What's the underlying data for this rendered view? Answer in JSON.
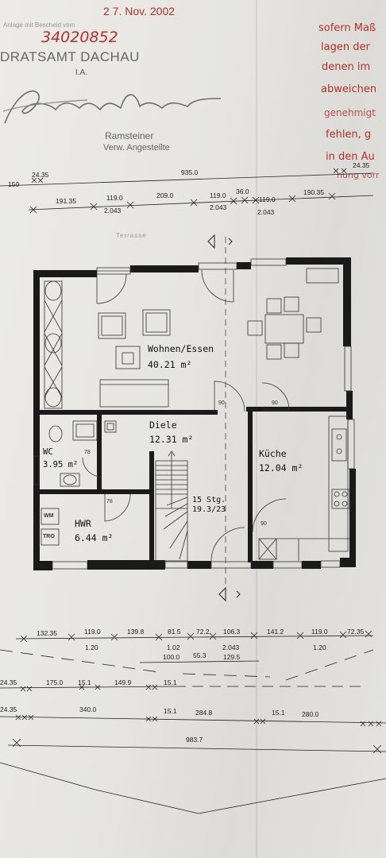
{
  "stamp": {
    "date": "2 7. Nov. 2002",
    "faded_line": "Anlage mit Bescheid vom",
    "number": "34020852",
    "office": "DRATSAMT DACHAU",
    "ia": "I.A.",
    "signatory_name": "Ramsteiner",
    "signatory_title": "Verw. Angestellte"
  },
  "red_note": [
    "sofern Maß",
    "lagen der",
    "denen im",
    "abweichen",
    "genehmigt",
    "fehlen, g",
    "in den Au",
    "nung vorr"
  ],
  "top_dims": {
    "left_offset": "150",
    "small_top": "24.35",
    "total": "935.0",
    "small_right": "24.35",
    "row": [
      "191.35",
      "119.0",
      "209.0",
      "119.0",
      "36.0",
      "119.0",
      "190.35"
    ],
    "heights": [
      "2.043",
      "2.043",
      "2.043"
    ]
  },
  "terrace_label": "Terrasse",
  "rooms": [
    {
      "name": "Wohnen/Essen",
      "area": "40.21 m²"
    },
    {
      "name": "Diele",
      "area": "12.31 m²"
    },
    {
      "name": "WC",
      "area": "3.95 m²"
    },
    {
      "name": "Küche",
      "area": "12.04 m²"
    },
    {
      "name": "HWR",
      "area": "6.44 m²"
    }
  ],
  "stairs": {
    "steps": "15 Stg.",
    "ratio": "19.3/23"
  },
  "door_widths": [
    "90",
    "90",
    "78",
    "78",
    "90"
  ],
  "appliances": [
    "WM",
    "TRO"
  ],
  "bottom_dims": {
    "row1": [
      "132.35",
      "119.0",
      "139.8",
      "81.5",
      "72.2",
      "106.3",
      "141.2",
      "119.0",
      "72.35"
    ],
    "row1_sub": [
      "1.20",
      "1.02",
      "2.043",
      "1.20"
    ],
    "row1b": [
      "100.0",
      "55.3",
      "129.5"
    ],
    "row2": [
      "24.35",
      "175.0",
      "15.1",
      "149.9",
      "15.1"
    ],
    "row3": [
      "24.35",
      "340.0",
      "15.1",
      "284.8",
      "15.1",
      "280.0"
    ],
    "total": "983.7"
  }
}
